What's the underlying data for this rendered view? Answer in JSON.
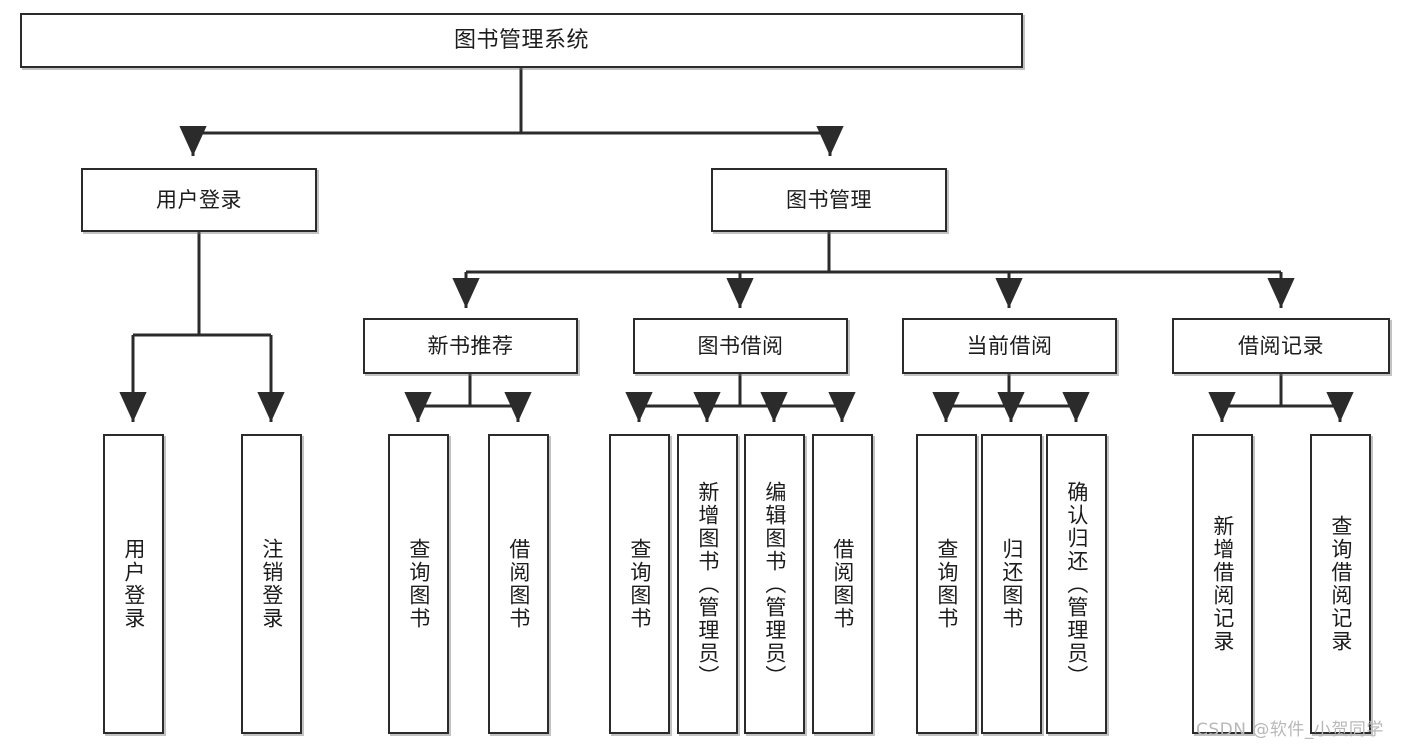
{
  "diagram": {
    "title": "图书管理系统",
    "type": "tree-hierarchy-diagram",
    "orientation": "top-down",
    "style": {
      "box_border_color": "#2b2b2b",
      "box_fill_color": "#ffffff",
      "edge_color": "#2b2b2b",
      "text_color": "#1c1c1c",
      "background_color": "#ffffff"
    },
    "nodes": {
      "root": {
        "label": "图书管理系统",
        "level": 1
      },
      "user_login": {
        "label": "用户登录",
        "level": 2
      },
      "book_manage": {
        "label": "图书管理",
        "level": 2
      },
      "new_book_rec": {
        "label": "新书推荐",
        "level": 3
      },
      "book_borrow": {
        "label": "图书借阅",
        "level": 3
      },
      "current_borrow": {
        "label": "当前借阅",
        "level": 3
      },
      "borrow_record": {
        "label": "借阅记录",
        "level": 3
      },
      "leaf_user_login": {
        "label": "用户登录",
        "level": 4
      },
      "leaf_logout": {
        "label": "注销登录",
        "level": 4
      },
      "leaf_query_book_1": {
        "label": "查询图书",
        "level": 4
      },
      "leaf_borrow_book_1": {
        "label": "借阅图书",
        "level": 4
      },
      "leaf_query_book_2": {
        "label": "查询图书",
        "level": 4
      },
      "leaf_add_book": {
        "label": "新增图书（管理员）",
        "level": 4
      },
      "leaf_edit_book": {
        "label": "编辑图书（管理员）",
        "level": 4
      },
      "leaf_borrow_book_2": {
        "label": "借阅图书",
        "level": 4
      },
      "leaf_query_book_3": {
        "label": "查询图书",
        "level": 4
      },
      "leaf_return_book": {
        "label": "归还图书",
        "level": 4
      },
      "leaf_confirm_return": {
        "label": "确认归还（管理员）",
        "level": 4
      },
      "leaf_add_record": {
        "label": "新增借阅记录",
        "level": 4
      },
      "leaf_query_record": {
        "label": "查询借阅记录",
        "level": 4
      }
    },
    "edges": [
      {
        "from": "root",
        "to": "user_login"
      },
      {
        "from": "root",
        "to": "book_manage"
      },
      {
        "from": "user_login",
        "to": "leaf_user_login"
      },
      {
        "from": "user_login",
        "to": "leaf_logout"
      },
      {
        "from": "book_manage",
        "to": "new_book_rec"
      },
      {
        "from": "book_manage",
        "to": "book_borrow"
      },
      {
        "from": "book_manage",
        "to": "current_borrow"
      },
      {
        "from": "book_manage",
        "to": "borrow_record"
      },
      {
        "from": "new_book_rec",
        "to": "leaf_query_book_1"
      },
      {
        "from": "new_book_rec",
        "to": "leaf_borrow_book_1"
      },
      {
        "from": "book_borrow",
        "to": "leaf_query_book_2"
      },
      {
        "from": "book_borrow",
        "to": "leaf_add_book"
      },
      {
        "from": "book_borrow",
        "to": "leaf_edit_book"
      },
      {
        "from": "book_borrow",
        "to": "leaf_borrow_book_2"
      },
      {
        "from": "current_borrow",
        "to": "leaf_query_book_3"
      },
      {
        "from": "current_borrow",
        "to": "leaf_return_book"
      },
      {
        "from": "current_borrow",
        "to": "leaf_confirm_return"
      },
      {
        "from": "borrow_record",
        "to": "leaf_add_record"
      },
      {
        "from": "borrow_record",
        "to": "leaf_query_record"
      }
    ]
  },
  "watermark": {
    "text": "CSDN @软件_小贺同学"
  }
}
